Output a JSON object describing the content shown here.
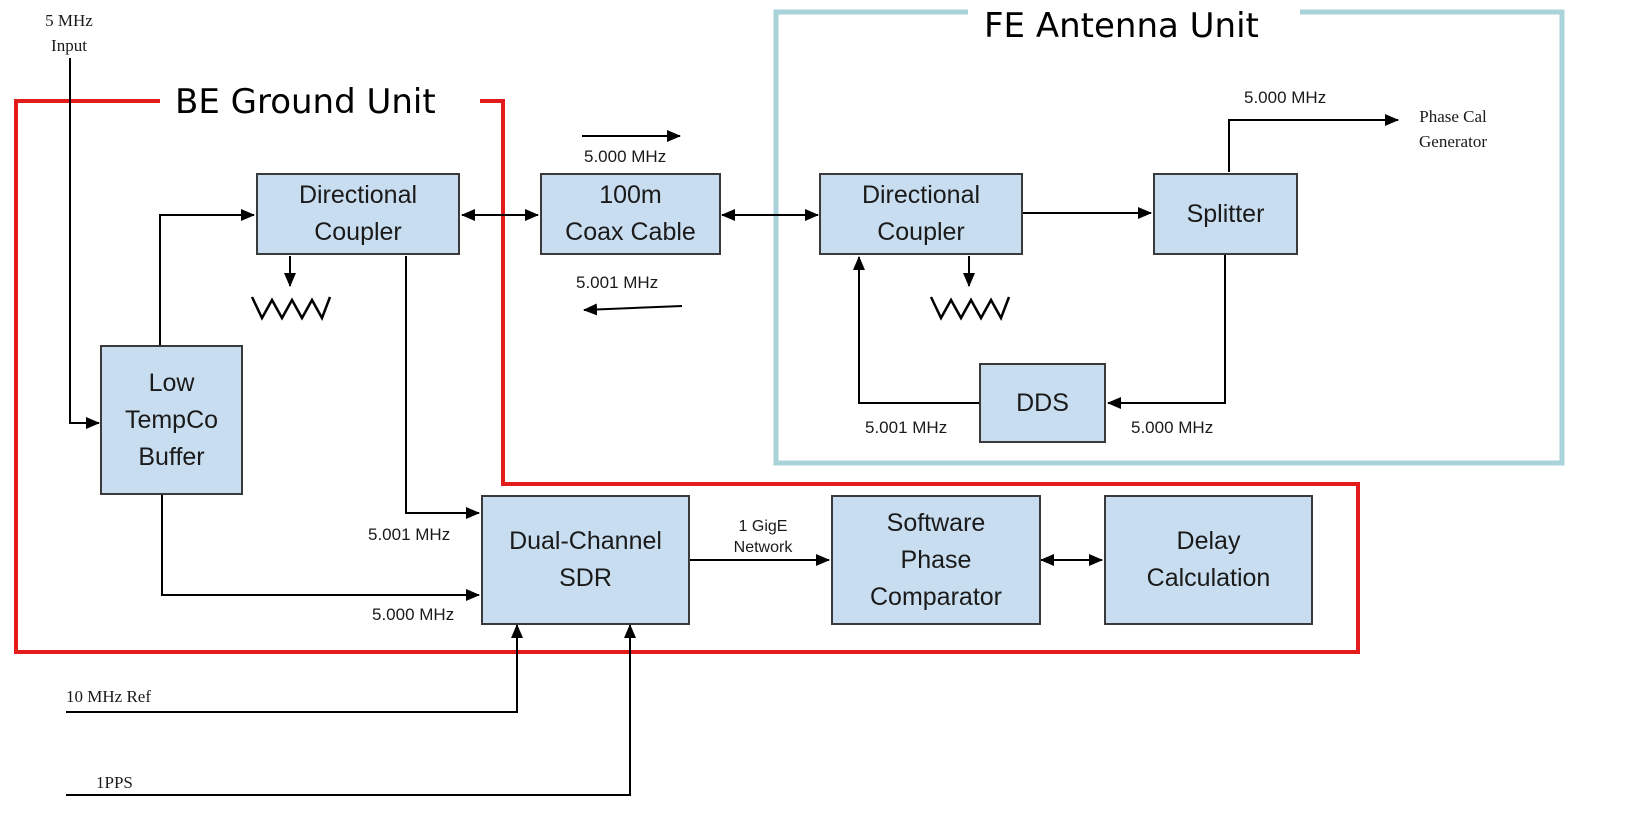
{
  "colors": {
    "block_fill": "#c9ddf0",
    "block_border": "#3a3a3a",
    "ground_unit_outline": "#e31b1b",
    "antenna_unit_outline": "#a9d3d9",
    "wire": "#000000"
  },
  "regions": {
    "ground_unit": "BE Ground Unit",
    "antenna_unit": "FE Antenna Unit"
  },
  "blocks": {
    "directional_coupler_be": "Directional\nCoupler",
    "coax_cable": "100m\nCoax Cable",
    "directional_coupler_fe": "Directional\nCoupler",
    "splitter": "Splitter",
    "dds": "DDS",
    "low_tempco_buffer": "Low\nTempCo\nBuffer",
    "dual_channel_sdr": "Dual-Channel\nSDR",
    "software_phase_comparator": "Software\nPhase\nComparator",
    "delay_calculation": "Delay\nCalculation"
  },
  "signals": {
    "input_5mhz": "5 MHz\nInput",
    "coax_forward": "5.000 MHz",
    "coax_return": "5.001 MHz",
    "splitter_out": "5.000 MHz",
    "phase_cal_generator": "Phase Cal\nGenerator",
    "dds_output": "5.001 MHz",
    "dds_input": "5.000 MHz",
    "sdr_in_5001": "5.001 MHz",
    "sdr_in_5000": "5.000 MHz",
    "network": "1 GigE\nNetwork",
    "ref_10mhz": "10 MHz Ref",
    "pps": "1PPS"
  },
  "icons": [
    "resistor-icon",
    "resistor-icon"
  ]
}
